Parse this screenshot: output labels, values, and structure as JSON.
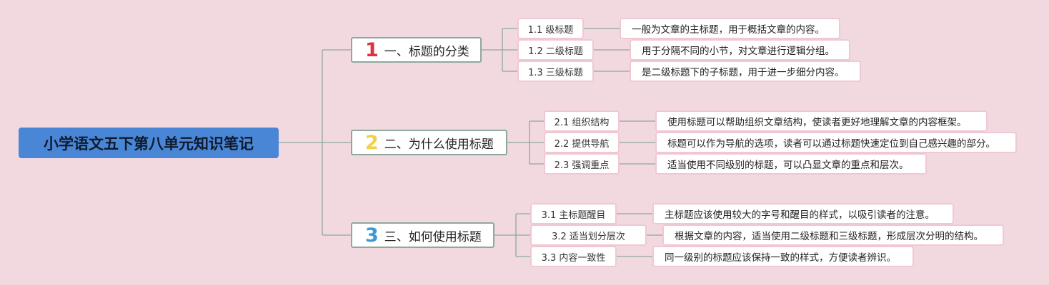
{
  "root": {
    "label": "小学语文五下第八单元知识笔记"
  },
  "colors": {
    "root_bg": "#4a86d6",
    "connector": "#8fa89c",
    "num1": "#d9343f",
    "num2": "#f3cf4a",
    "num3": "#3a9ad9",
    "background": "#f2d9e0"
  },
  "topics": [
    {
      "number": "1",
      "label": "一、标题的分类",
      "subs": [
        {
          "label": "1.1 级标题",
          "detail": "一般为文章的主标题，用于概括文章的内容。"
        },
        {
          "label": "1.2 二级标题",
          "detail": "用于分隔不同的小节，对文章进行逻辑分组。"
        },
        {
          "label": "1.3 三级标题",
          "detail": "是二级标题下的子标题，用于进一步细分内容。"
        }
      ]
    },
    {
      "number": "2",
      "label": "二、为什么使用标题",
      "subs": [
        {
          "label": "2.1 组织结构",
          "detail": "使用标题可以帮助组织文章结构，使读者更好地理解文章的内容框架。"
        },
        {
          "label": "2.2 提供导航",
          "detail": "标题可以作为导航的选项，读者可以通过标题快速定位到自己感兴趣的部分。"
        },
        {
          "label": "2.3 强调重点",
          "detail": "适当使用不同级别的标题，可以凸显文章的重点和层次。"
        }
      ]
    },
    {
      "number": "3",
      "label": "三、如何使用标题",
      "subs": [
        {
          "label": "3.1 主标题醒目",
          "detail": "主标题应该使用较大的字号和醒目的样式，以吸引读者的注意。"
        },
        {
          "label": "3.2 适当划分层次",
          "detail": "根据文章的内容，适当使用二级标题和三级标题，形成层次分明的结构。"
        },
        {
          "label": "3.3 内容一致性",
          "detail": "同一级别的标题应该保持一致的样式，方便读者辨识。"
        }
      ]
    }
  ]
}
